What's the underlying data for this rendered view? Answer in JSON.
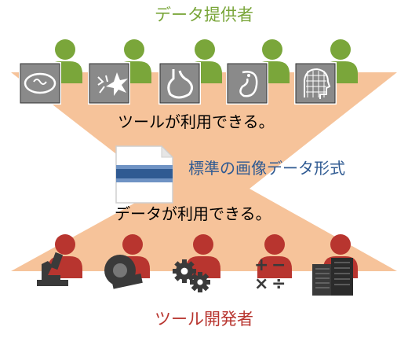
{
  "title_top": "データ提供者",
  "caption_tools": "ツールが利用できる。",
  "standard_label": "標準の画像データ形式",
  "caption_data": "データが利用できる。",
  "title_bottom": "ツール開発者",
  "colors": {
    "provider_green": "#7aa63a",
    "developer_red": "#b8352f",
    "hourglass": "#f6c39a",
    "standard_blue": "#2f5a92",
    "icon_tile": "#8a8a8a",
    "dark_icon": "#3a3a3a"
  },
  "providers": [
    {
      "icon": "cell-icon"
    },
    {
      "icon": "neuron-icon"
    },
    {
      "icon": "stomach-icon"
    },
    {
      "icon": "embryo-icon"
    },
    {
      "icon": "head-scan-icon"
    }
  ],
  "developers": [
    {
      "icon": "microscope-icon"
    },
    {
      "icon": "mri-scanner-icon"
    },
    {
      "icon": "gears-icon"
    },
    {
      "icon": "math-operators-icon"
    },
    {
      "icon": "server-icon"
    }
  ]
}
